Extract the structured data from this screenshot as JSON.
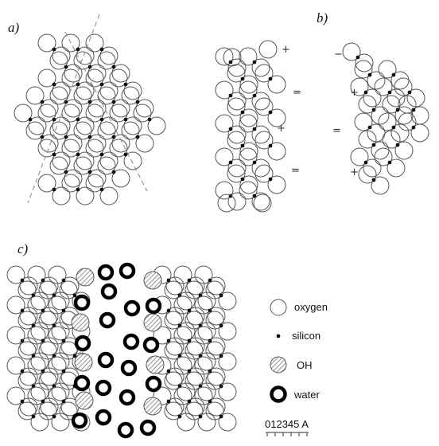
{
  "panels": {
    "a": {
      "label": "a)"
    },
    "b": {
      "label": "b)"
    },
    "c": {
      "label": "c)"
    }
  },
  "charges": {
    "plus": "+",
    "minus": "−",
    "double_minus": "="
  },
  "legend": {
    "oxygen": "oxygen",
    "silicon": "silicon",
    "oh": "OH",
    "water": "water"
  },
  "scale_bar": {
    "label": "012345 A"
  },
  "colors": {
    "stroke": "#555555",
    "dot": "#111111",
    "water_ring": "#000000",
    "hatch": "#777777",
    "dash": "#888888"
  }
}
